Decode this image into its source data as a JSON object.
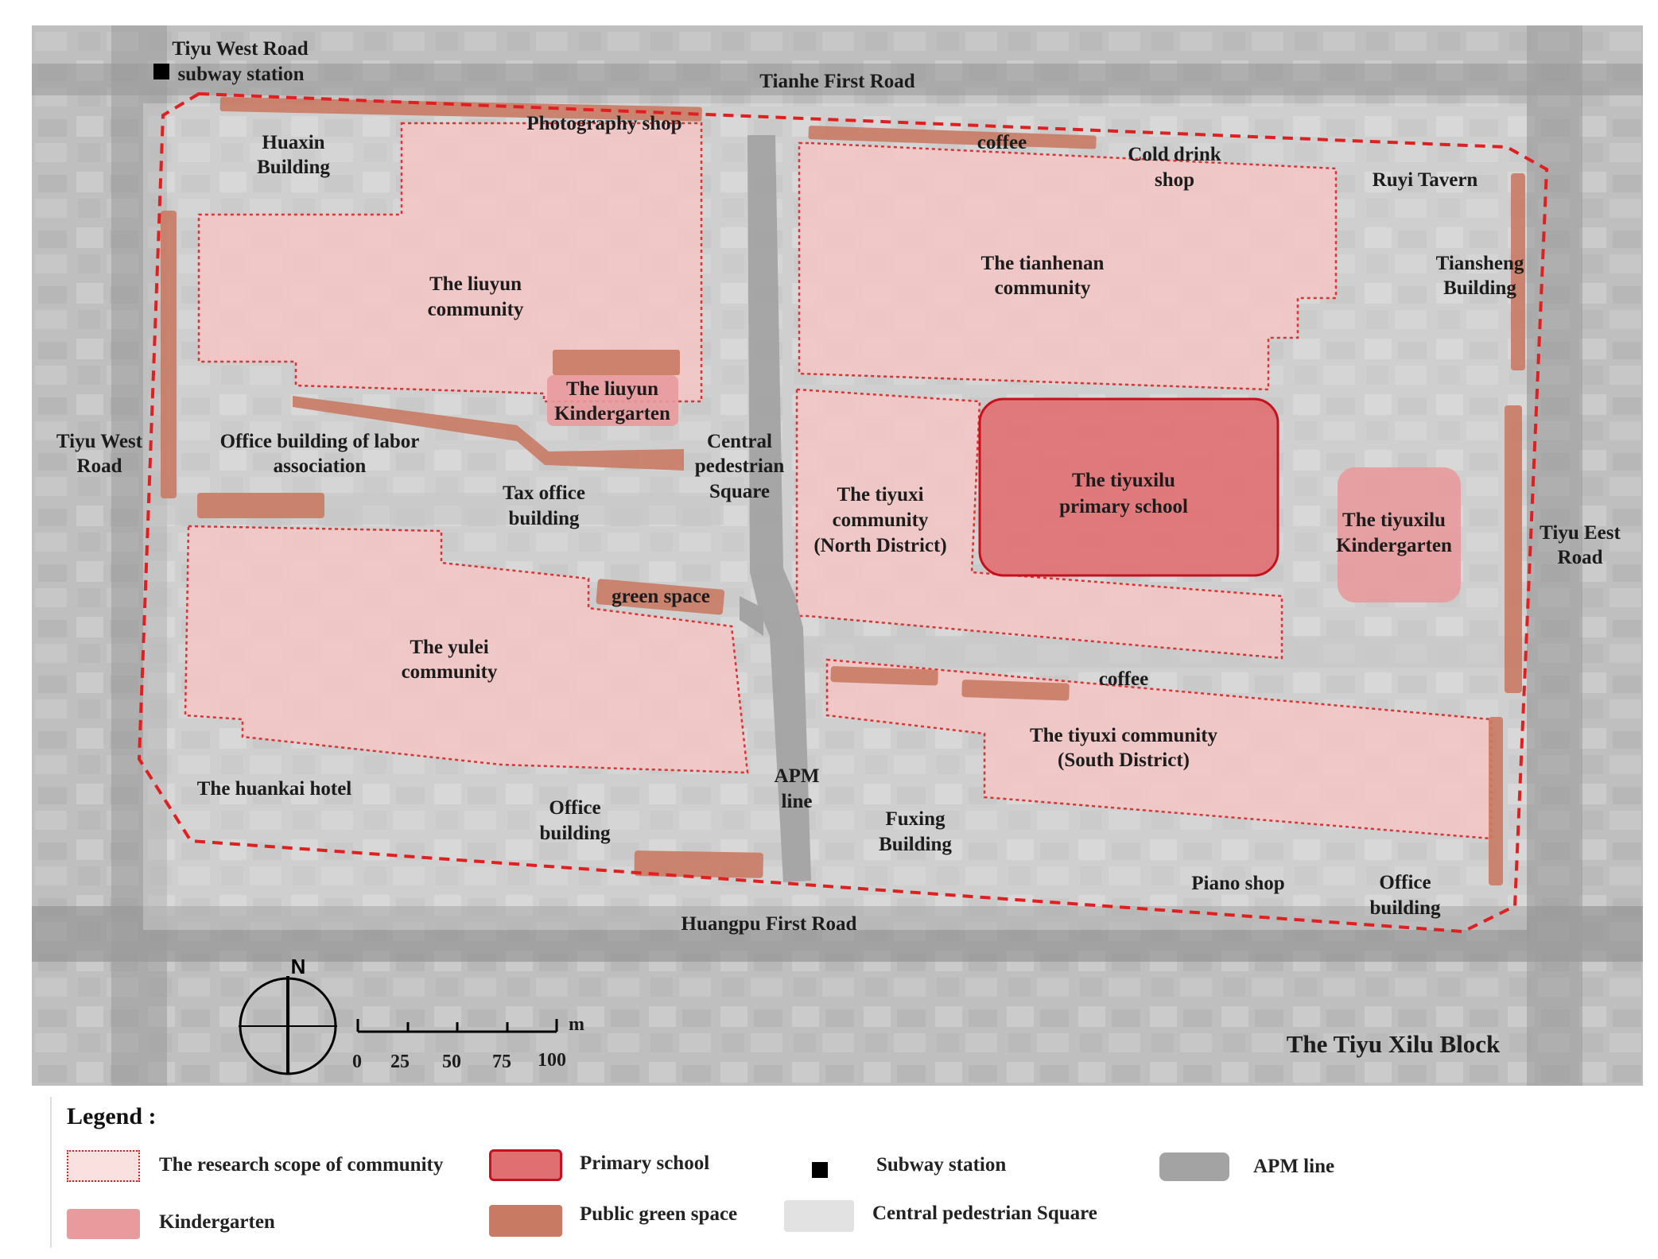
{
  "map": {
    "title": "The Tiyu Xilu Block",
    "roads": {
      "north": "Tianhe First Road",
      "south": "Huangpu First Road",
      "west": [
        "Tiyu West",
        "Road"
      ],
      "east": [
        "Tiyu Eest",
        "Road"
      ]
    },
    "subway": [
      "Tiyu West Road",
      "subway station"
    ],
    "communities": {
      "liuyun": [
        "The liuyun",
        "community"
      ],
      "tianhenan": [
        "The tianhenan",
        "community"
      ],
      "yulei": [
        "The yulei",
        "community"
      ],
      "tiyuxi_north": [
        "The tiyuxi",
        "community",
        "(North District)"
      ],
      "tiyuxi_south": [
        "The tiyuxi community",
        "(South District)"
      ]
    },
    "schools": {
      "primary": [
        "The tiyuxilu",
        "primary school"
      ],
      "kindergarten_liuyun": [
        "The liuyun",
        "Kindergarten"
      ],
      "kindergarten_tiyuxilu": [
        "The tiyuxilu",
        "Kindergarten"
      ]
    },
    "places": {
      "huaxin": [
        "Huaxin",
        "Building"
      ],
      "photography": "Photography shop",
      "coffee_north": "coffee",
      "cold_drink": [
        "Cold drink",
        "shop"
      ],
      "ruyi": "Ruyi Tavern",
      "tiansheng": [
        "Tiansheng",
        "Building"
      ],
      "labor": [
        "Office building of labor",
        "association"
      ],
      "tax": [
        "Tax office",
        "building"
      ],
      "central_square": [
        "Central",
        "pedestrian",
        "Square"
      ],
      "green_space": "green space",
      "coffee_south": "coffee",
      "huankai": "The huankai hotel",
      "office_south": [
        "Office",
        "building"
      ],
      "apm": [
        "APM",
        "line"
      ],
      "fuxing": [
        "Fuxing",
        "Building"
      ],
      "piano": "Piano shop",
      "office_se": [
        "Office",
        "building"
      ]
    },
    "compass_north": "N",
    "scale": {
      "unit": "m",
      "ticks": [
        "0",
        "25",
        "50",
        "75",
        "100"
      ]
    }
  },
  "legend": {
    "title": "Legend :",
    "items": [
      {
        "label": "The research scope of community"
      },
      {
        "label": "Primary school"
      },
      {
        "label": "Subway station"
      },
      {
        "label": "APM line"
      },
      {
        "label": "Kindergarten"
      },
      {
        "label": "Public green space"
      },
      {
        "label": "Central pedestrian Square"
      }
    ]
  },
  "colors": {
    "community_fill": "#f4c6c6",
    "school_fill": "#e06f72",
    "school_stroke": "#c8101c",
    "kindergarten_fill": "#e89a9c",
    "green_space": "#c97a63",
    "apm": "#a3a3a3",
    "boundary": "#e02020",
    "background": "#a9a9a9"
  }
}
